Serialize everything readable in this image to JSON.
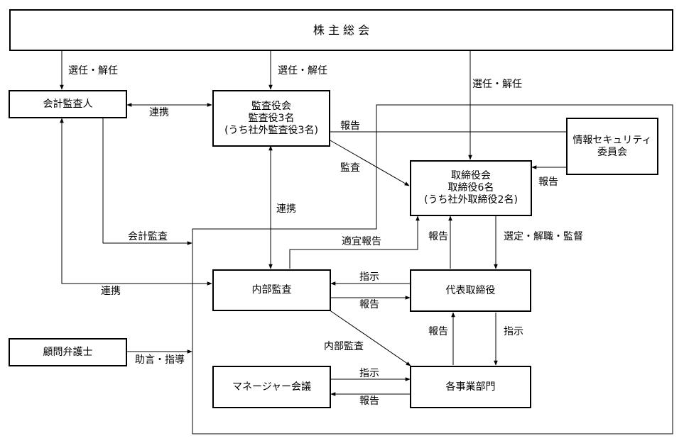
{
  "boxes": {
    "shareholders": "株 主 総 会",
    "auditor": "会計監査人",
    "audit_board": [
      "監査役会",
      "監査役3名",
      "(うち社外監査役3名)"
    ],
    "infosec": [
      "情報セキュリティ",
      "委員会"
    ],
    "board": [
      "取締役会",
      "取締役6名",
      "(うち社外取締役2名)"
    ],
    "internal_audit": "内部監査",
    "ceo": "代表取締役",
    "lawyer": "顧問弁護士",
    "manager_meeting": "マネージャー会議",
    "departments": "各事業部門"
  },
  "labels": {
    "appoint_auditor": "選任・解任",
    "appoint_audit_board": "選任・解任",
    "appoint_board": "選任・解任",
    "coop_auditor_board": "連携",
    "report_infosec_audit": "報告",
    "audit": "監査",
    "report_infosec_board": "報告",
    "coop_vertical": "連携",
    "accounting_audit": "会計監査",
    "timely_report": "適宜報告",
    "report_ceo_board": "報告",
    "select_dismiss_supervise": "選定・解職・監督",
    "coop_auditor_internal": "連携",
    "instruct_ceo_internal": "指示",
    "report_internal_ceo": "報告",
    "report_dept_ceo": "報告",
    "instruct_ceo_dept": "指示",
    "internal_audit_label": "内部監査",
    "advice_guidance": "助言・指導",
    "instruct_mgr_dept": "指示",
    "report_dept_mgr": "報告"
  }
}
